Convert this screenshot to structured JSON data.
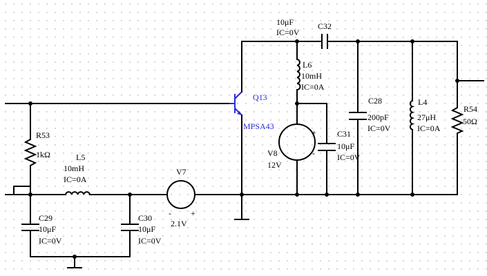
{
  "components": {
    "r53": {
      "ref": "R53",
      "value": "1kΩ"
    },
    "l5": {
      "ref": "L5",
      "value": "10mH",
      "ic": "IC=0A"
    },
    "c29": {
      "ref": "C29",
      "value": "10μF",
      "ic": "IC=0V"
    },
    "c30": {
      "ref": "C30",
      "value": "10μF",
      "ic": "IC=0V"
    },
    "v7": {
      "ref": "V7",
      "value": "2.1V",
      "minus": "-",
      "plus": "+"
    },
    "q13": {
      "ref": "Q13",
      "model": "MPSA43"
    },
    "c32": {
      "ref": "C32",
      "value": "10μF",
      "ic": "IC=0V"
    },
    "l6": {
      "ref": "L6",
      "value": "10mH",
      "ic": "IC=0A"
    },
    "v8": {
      "ref": "V8",
      "value": "12V",
      "plus": "+",
      "minus": "-"
    },
    "c31": {
      "ref": "C31",
      "value": "10μF",
      "ic": "IC=0V"
    },
    "c28": {
      "ref": "C28",
      "value": "200pF",
      "ic": "IC=0V"
    },
    "l4": {
      "ref": "L4",
      "value": "27μH",
      "ic": "IC=0A"
    },
    "r54": {
      "ref": "R54",
      "value": "50Ω"
    }
  },
  "colors": {
    "wire": "#000000",
    "transistor": "#2b2bd6",
    "grid_dots": "#9a9a9a",
    "background": "#ffffff"
  }
}
